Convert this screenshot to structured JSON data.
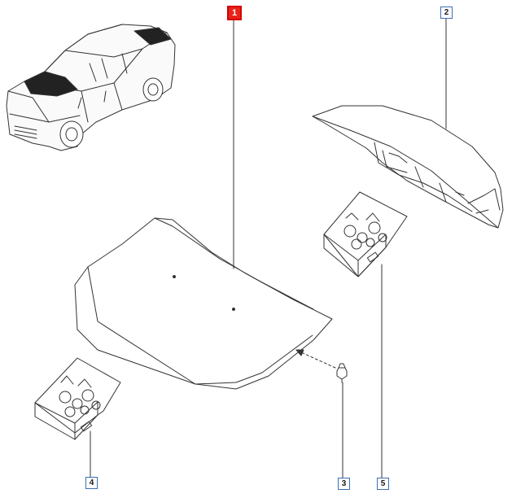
{
  "callouts": {
    "c1": "1",
    "c2": "2",
    "c3": "3",
    "c4": "4",
    "c5": "5"
  },
  "colors": {
    "highlight": "#e8231a",
    "callout_border": "#3b6fb3",
    "line": "#333333"
  }
}
